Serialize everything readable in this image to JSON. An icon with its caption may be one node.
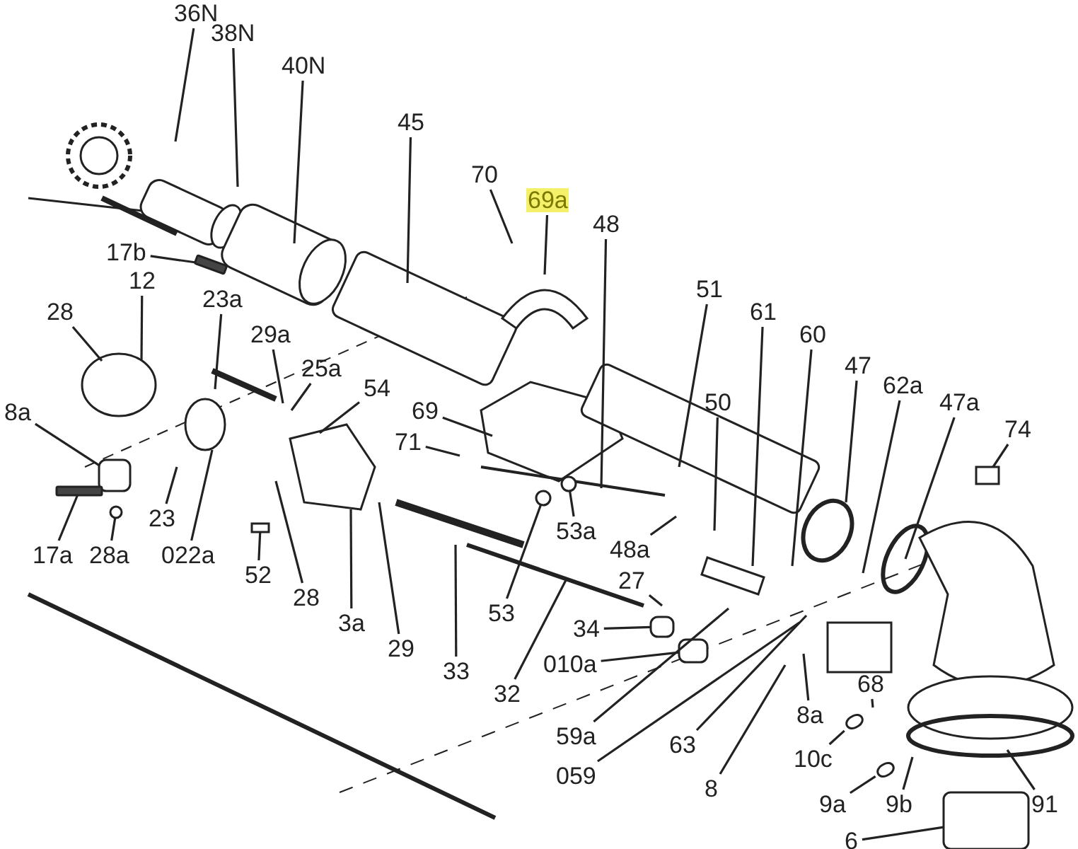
{
  "diagram": {
    "nodes": [
      {
        "text": [
          "36N"
        ]
      },
      {
        "text": [
          "38N"
        ]
      },
      {
        "text": [
          "40N"
        ]
      },
      {
        "text": [
          "45"
        ]
      },
      {
        "text": [
          "70"
        ]
      },
      {
        "text": [
          "69a"
        ]
      },
      {
        "text": [
          "48"
        ]
      },
      {
        "text": [
          "17b"
        ]
      },
      {
        "text": [
          "28"
        ]
      },
      {
        "text": [
          "12"
        ]
      },
      {
        "text": [
          "23a"
        ]
      },
      {
        "text": [
          "29a"
        ]
      },
      {
        "text": [
          "25a"
        ]
      },
      {
        "text": [
          "54"
        ]
      },
      {
        "text": [
          "69"
        ]
      },
      {
        "text": [
          "71"
        ]
      },
      {
        "text": [
          "51"
        ]
      },
      {
        "text": [
          "61"
        ]
      },
      {
        "text": [
          "60"
        ]
      },
      {
        "text": [
          "47"
        ]
      },
      {
        "text": [
          "50"
        ]
      },
      {
        "text": [
          "62a"
        ]
      },
      {
        "text": [
          "47a"
        ]
      },
      {
        "text": [
          "74"
        ]
      },
      {
        "text": [
          "8a"
        ]
      },
      {
        "text": [
          "53a"
        ]
      },
      {
        "text": [
          "48a"
        ]
      },
      {
        "text": [
          "27"
        ]
      },
      {
        "text": [
          "34"
        ]
      },
      {
        "text": [
          "010a"
        ]
      },
      {
        "text": [
          "23"
        ]
      },
      {
        "text": [
          "022a"
        ]
      },
      {
        "text": [
          "17a"
        ]
      },
      {
        "text": [
          "28a"
        ]
      },
      {
        "text": [
          "52"
        ]
      },
      {
        "text": [
          "28"
        ]
      },
      {
        "text": [
          "3a"
        ]
      },
      {
        "text": [
          "29"
        ]
      },
      {
        "text": [
          "33"
        ]
      },
      {
        "text": [
          "53"
        ]
      },
      {
        "text": [
          "32"
        ]
      },
      {
        "text": [
          "59a"
        ]
      },
      {
        "text": [
          "63"
        ]
      },
      {
        "text": [
          "059"
        ]
      },
      {
        "text": [
          "8"
        ]
      },
      {
        "text": [
          "8a"
        ]
      },
      {
        "text": [
          "68"
        ]
      },
      {
        "text": [
          "10c"
        ]
      },
      {
        "text": [
          "9a"
        ]
      },
      {
        "text": [
          "9b"
        ]
      },
      {
        "text": [
          "91"
        ]
      },
      {
        "text": [
          "6"
        ]
      },
      {
        "text": [],
        "shape": "bar"
      },
      {
        "text": [],
        "shape": "box"
      },
      {
        "text": [],
        "shape": "cylinder"
      },
      {
        "text": [],
        "shape": "cylinder"
      },
      {
        "text": [],
        "shape": "cylinder"
      },
      {
        "text": [],
        "shape": "bar"
      },
      {
        "text": [],
        "shape": "box"
      },
      {
        "text": [],
        "shape": "circle"
      },
      {
        "text": [],
        "shape": "circle"
      },
      {
        "text": [],
        "shape": "cylinder"
      },
      {
        "text": [],
        "shape": "cylinder"
      },
      {
        "text": [],
        "shape": "cylinder"
      },
      {
        "text": [],
        "shape": "circle"
      }
    ],
    "edges": [
      {
        "from": 0,
        "to": null,
        "arrow": "none"
      },
      {
        "from": 1,
        "to": null,
        "arrow": "none"
      },
      {
        "from": 2,
        "to": null,
        "arrow": "none"
      },
      {
        "from": 3,
        "to": null,
        "arrow": "none"
      },
      {
        "from": 4,
        "to": null,
        "arrow": "none"
      },
      {
        "from": 5,
        "to": null,
        "arrow": "none"
      },
      {
        "from": 6,
        "to": null,
        "arrow": "none"
      },
      {
        "from": 7,
        "to": 52,
        "arrow": "none"
      },
      {
        "from": 8,
        "to": null,
        "arrow": "none"
      },
      {
        "from": 9,
        "to": null,
        "arrow": "none"
      },
      {
        "from": 10,
        "to": null,
        "arrow": "none"
      },
      {
        "from": 11,
        "to": null,
        "arrow": "none"
      },
      {
        "from": 12,
        "to": null,
        "arrow": "none"
      },
      {
        "from": 13,
        "to": null,
        "arrow": "none"
      },
      {
        "from": 14,
        "to": null,
        "arrow": "none"
      },
      {
        "from": 15,
        "to": null,
        "arrow": "none"
      },
      {
        "from": 16,
        "to": null,
        "arrow": "none"
      },
      {
        "from": 17,
        "to": null,
        "arrow": "none"
      },
      {
        "from": 18,
        "to": null,
        "arrow": "none"
      },
      {
        "from": 19,
        "to": null,
        "arrow": "none"
      },
      {
        "from": 20,
        "to": null,
        "arrow": "none"
      },
      {
        "from": 21,
        "to": null,
        "arrow": "none"
      },
      {
        "from": 22,
        "to": null,
        "arrow": "none"
      },
      {
        "from": 23,
        "to": 53,
        "arrow": "none"
      },
      {
        "from": 24,
        "to": 54,
        "arrow": "none"
      },
      {
        "from": 25,
        "to": 60,
        "arrow": "none"
      },
      {
        "from": 26,
        "to": null,
        "arrow": "none"
      },
      {
        "from": 27,
        "to": null,
        "arrow": "none"
      },
      {
        "from": 28,
        "to": 55,
        "arrow": "none"
      },
      {
        "from": 29,
        "to": 56,
        "arrow": "none"
      },
      {
        "from": 30,
        "to": null,
        "arrow": "none"
      },
      {
        "from": 31,
        "to": null,
        "arrow": "none"
      },
      {
        "from": 32,
        "to": 57,
        "arrow": "none"
      },
      {
        "from": 33,
        "to": 64,
        "arrow": "none"
      },
      {
        "from": 34,
        "to": 58,
        "arrow": "none"
      },
      {
        "from": 35,
        "to": null,
        "arrow": "none"
      },
      {
        "from": 36,
        "to": null,
        "arrow": "none"
      },
      {
        "from": 37,
        "to": null,
        "arrow": "none"
      },
      {
        "from": 38,
        "to": null,
        "arrow": "none"
      },
      {
        "from": 39,
        "to": 59,
        "arrow": "none"
      },
      {
        "from": 40,
        "to": null,
        "arrow": "none"
      },
      {
        "from": 41,
        "to": null,
        "arrow": "none"
      },
      {
        "from": 42,
        "to": null,
        "arrow": "none"
      },
      {
        "from": 43,
        "to": null,
        "arrow": "none"
      },
      {
        "from": 44,
        "to": null,
        "arrow": "none"
      },
      {
        "from": 45,
        "to": null,
        "arrow": "none"
      },
      {
        "from": 46,
        "to": null,
        "arrow": "none"
      },
      {
        "from": 47,
        "to": 61,
        "arrow": "none"
      },
      {
        "from": 48,
        "to": 62,
        "arrow": "none"
      },
      {
        "from": 49,
        "to": null,
        "arrow": "none"
      },
      {
        "from": 50,
        "to": null,
        "arrow": "none"
      },
      {
        "from": 51,
        "to": 63,
        "arrow": "none"
      }
    ]
  }
}
